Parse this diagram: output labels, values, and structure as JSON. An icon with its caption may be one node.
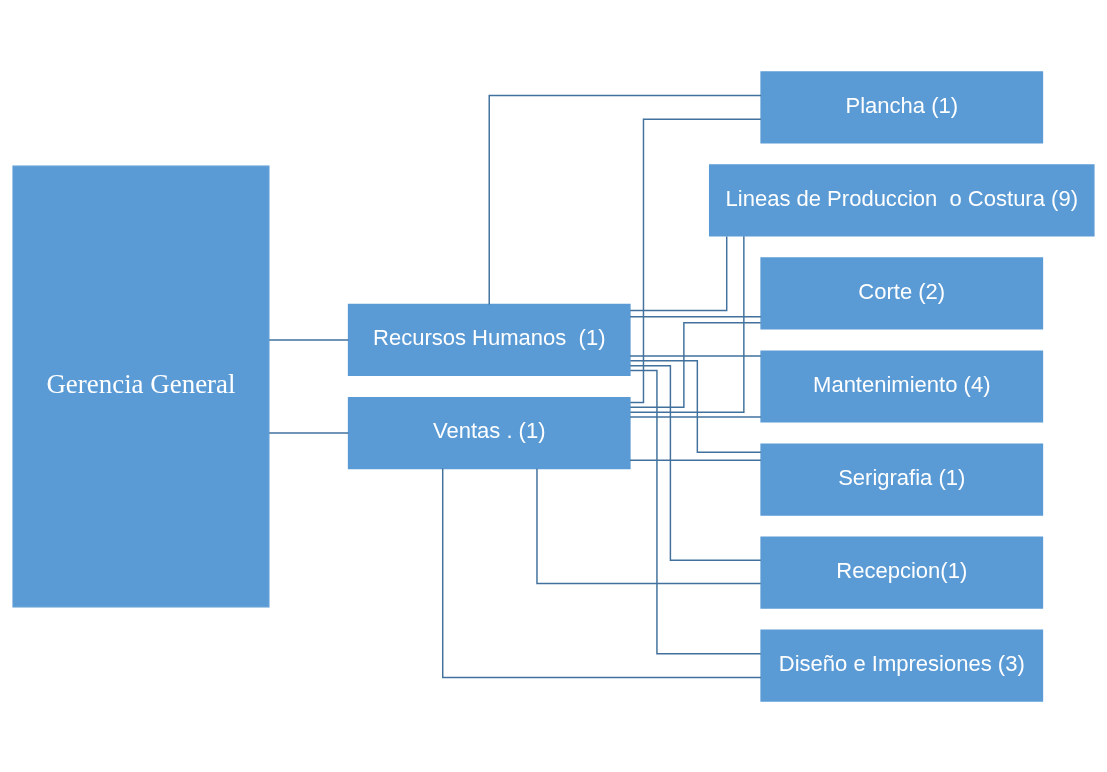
{
  "diagram": {
    "nodes": [
      {
        "text": [
          "Gerencia General"
        ]
      },
      {
        "text": [
          "Recursos Humanos  (1)"
        ]
      },
      {
        "text": [
          "Ventas . (1)"
        ]
      },
      {
        "text": [
          "Diseño e Impresiones (3)"
        ]
      },
      {
        "text": [
          "Plancha (1)"
        ]
      },
      {
        "text": [
          "Lineas de Produccion  o Costura (9)"
        ]
      },
      {
        "text": [
          "Corte (2)"
        ]
      },
      {
        "text": [
          "Mantenimiento (4)"
        ]
      },
      {
        "text": [
          "Serigrafia (1)"
        ]
      },
      {
        "text": [
          "Recepcion(1)"
        ]
      }
    ],
    "edges": [
      {
        "from": 0,
        "to": 1,
        "arrow": "none"
      },
      {
        "from": 0,
        "to": 2,
        "arrow": "none"
      },
      {
        "from": 1,
        "to": 3,
        "arrow": "none"
      },
      {
        "from": 1,
        "to": 4,
        "arrow": "none"
      },
      {
        "from": 1,
        "to": 5,
        "arrow": "none"
      },
      {
        "from": 1,
        "to": 6,
        "arrow": "none"
      },
      {
        "from": 1,
        "to": 7,
        "arrow": "none"
      },
      {
        "from": 1,
        "to": 8,
        "arrow": "none"
      },
      {
        "from": 1,
        "to": 9,
        "arrow": "none"
      },
      {
        "from": 2,
        "to": 3,
        "arrow": "none"
      },
      {
        "from": 2,
        "to": 4,
        "arrow": "none"
      },
      {
        "from": 2,
        "to": 5,
        "arrow": "none"
      },
      {
        "from": 2,
        "to": 6,
        "arrow": "none"
      },
      {
        "from": 2,
        "to": 7,
        "arrow": "none"
      },
      {
        "from": 2,
        "to": 8,
        "arrow": "none"
      },
      {
        "from": 2,
        "to": 9,
        "arrow": "none"
      }
    ]
  }
}
